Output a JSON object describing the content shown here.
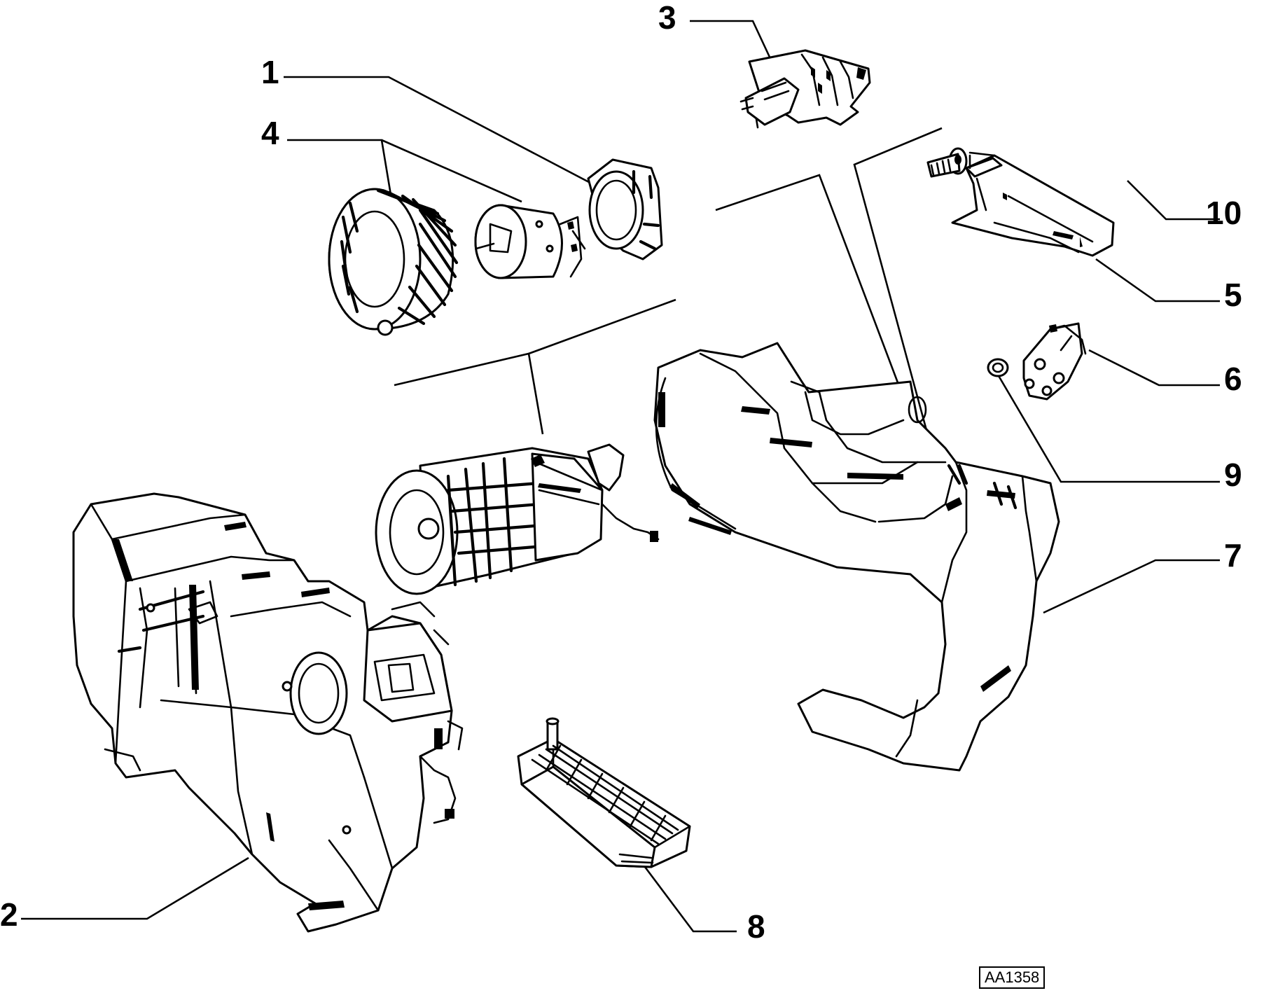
{
  "callouts": [
    {
      "id": "1",
      "label": "1",
      "part": "blower-housing-ring"
    },
    {
      "id": "2",
      "label": "2",
      "part": "heater-box"
    },
    {
      "id": "3",
      "label": "3",
      "part": "resistor-module"
    },
    {
      "id": "4",
      "label": "4",
      "part": "blower-fan-motor"
    },
    {
      "id": "5",
      "label": "5",
      "part": "cover-bracket"
    },
    {
      "id": "6",
      "label": "6",
      "part": "flap-lever"
    },
    {
      "id": "7",
      "label": "7",
      "part": "air-duct-housing"
    },
    {
      "id": "8",
      "label": "8",
      "part": "heater-matrix"
    },
    {
      "id": "9",
      "label": "9",
      "part": "washer"
    },
    {
      "id": "10",
      "label": "10",
      "part": "screw"
    }
  ],
  "drawing_code": "AA1358"
}
